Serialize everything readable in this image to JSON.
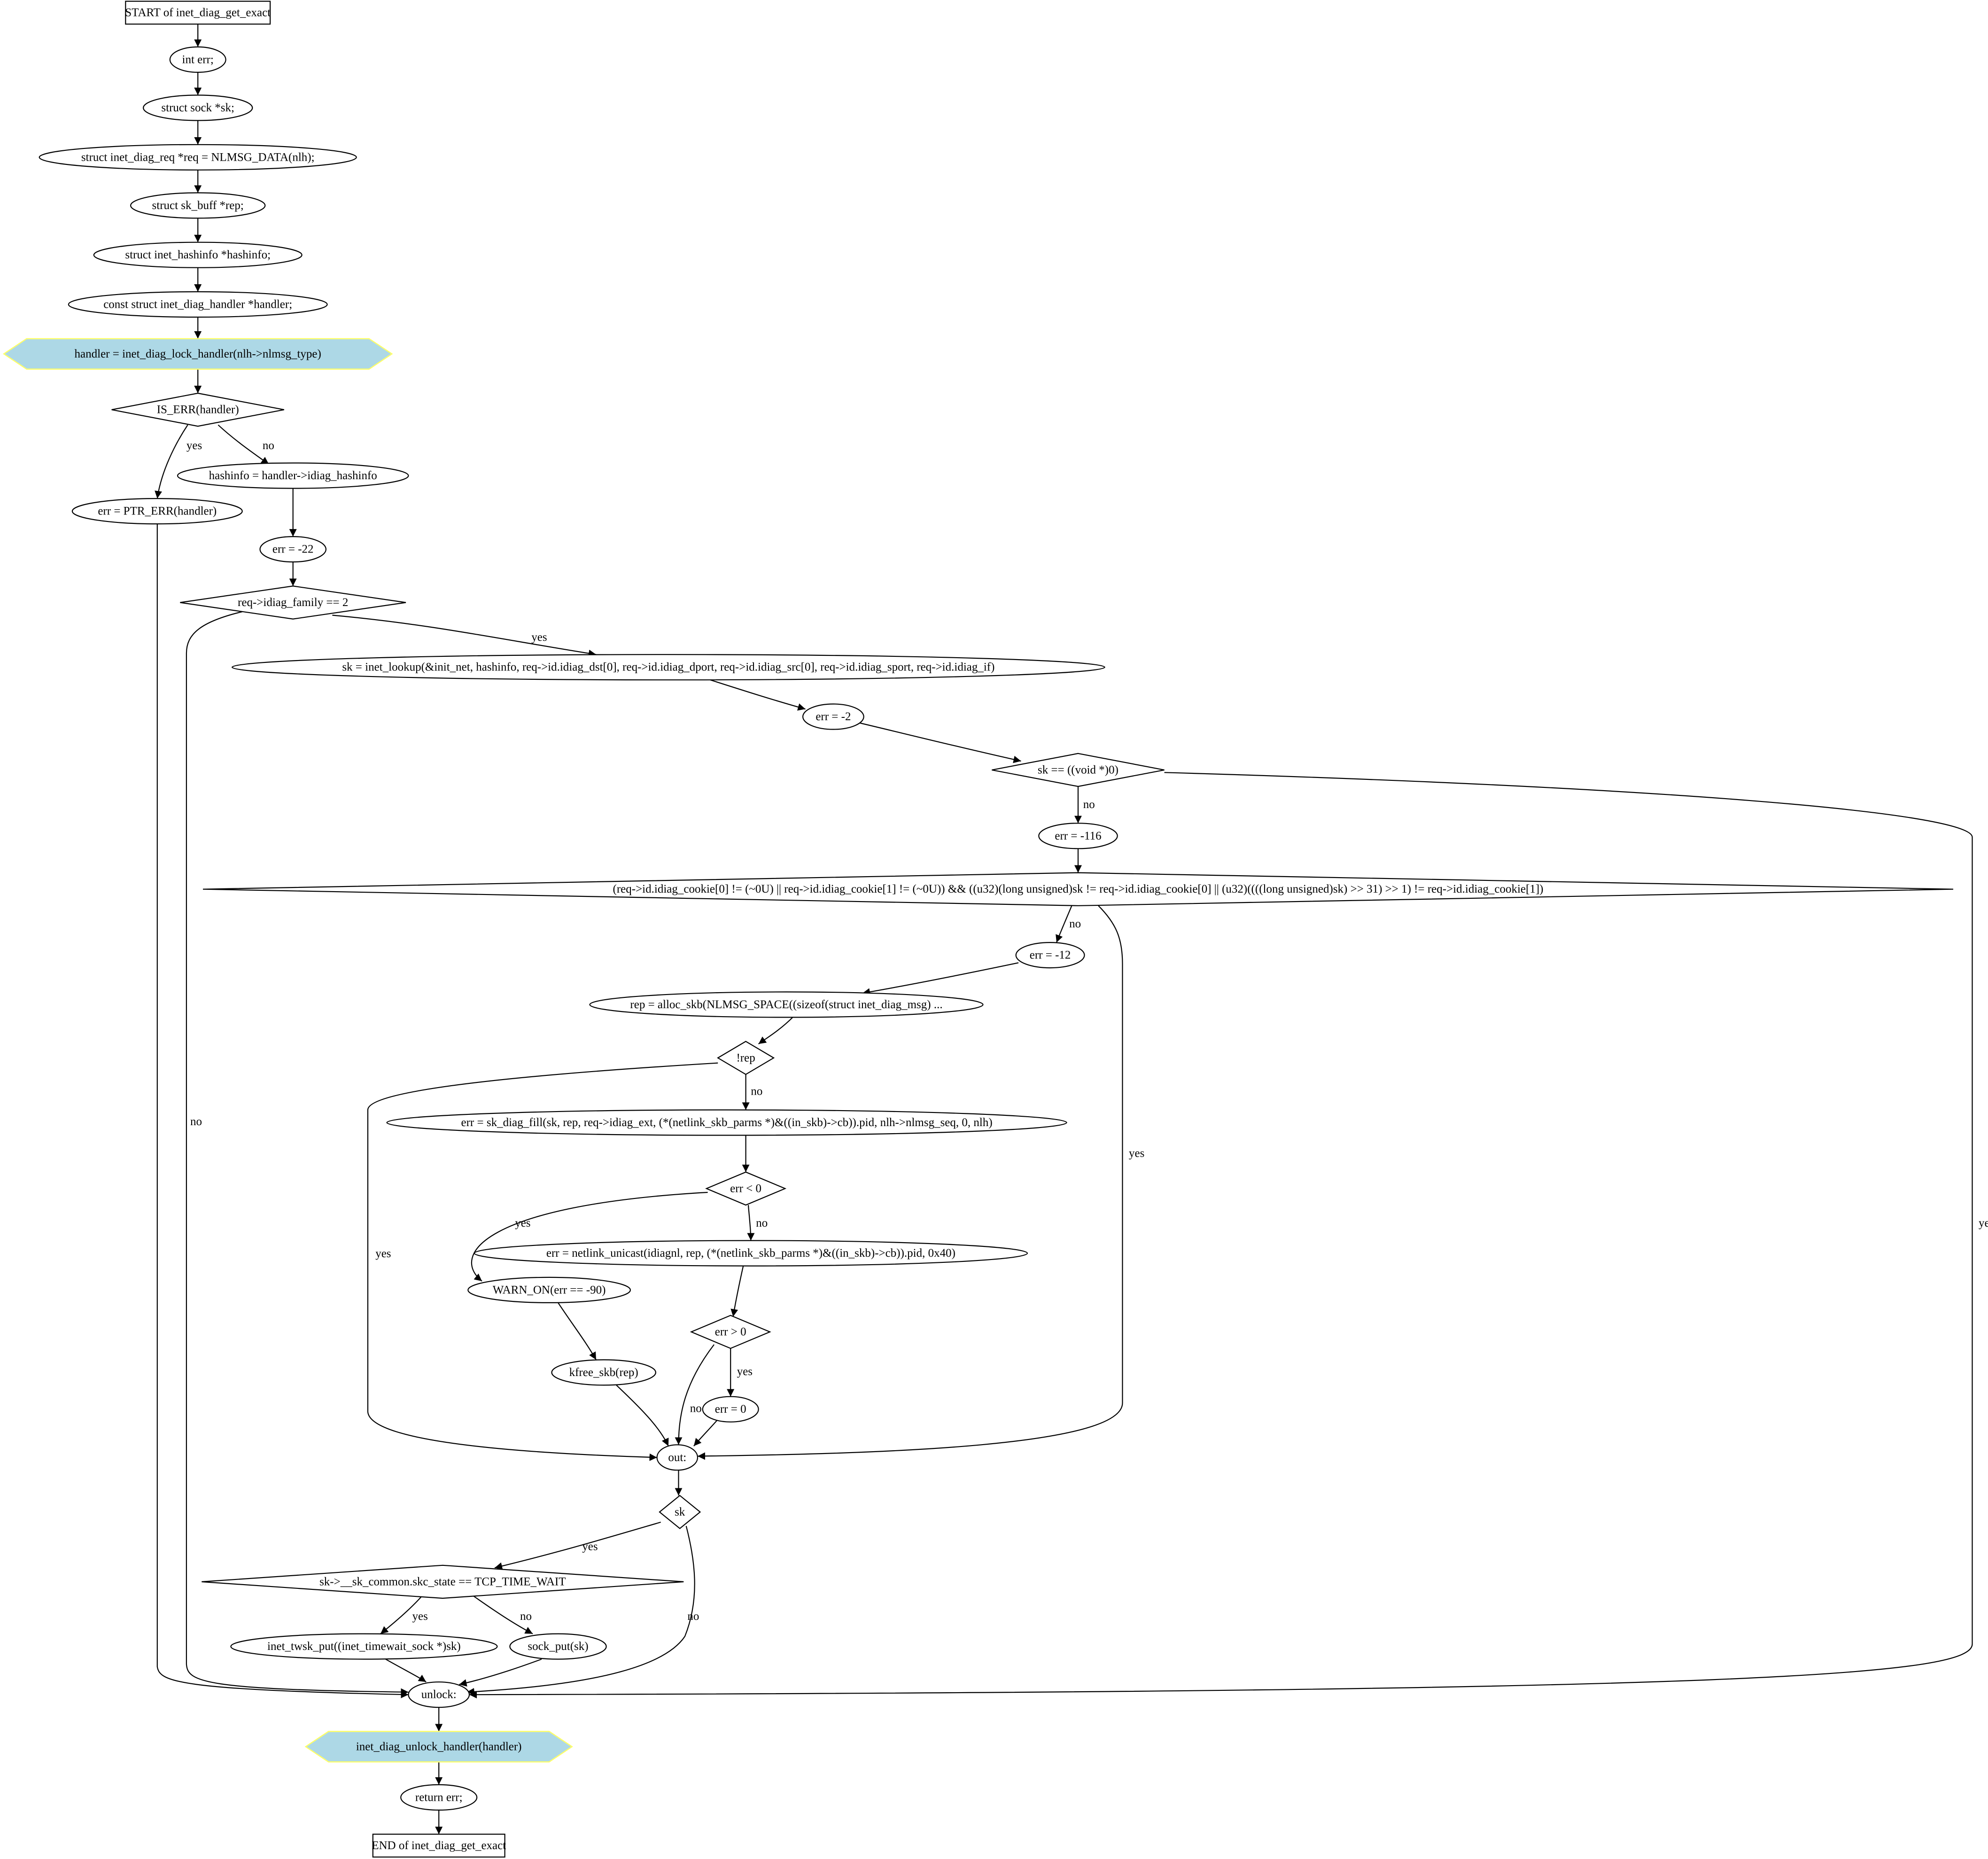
{
  "nodes": [
    {
      "id": "start",
      "label": "START of inet_diag_get_exact"
    },
    {
      "id": "n_int_err",
      "label": "int err;"
    },
    {
      "id": "n_sock",
      "label": "struct sock *sk;"
    },
    {
      "id": "n_req",
      "label": "struct inet_diag_req *req = NLMSG_DATA(nlh);"
    },
    {
      "id": "n_rep_decl",
      "label": "struct sk_buff *rep;"
    },
    {
      "id": "n_hashinfo_decl",
      "label": "struct inet_hashinfo *hashinfo;"
    },
    {
      "id": "n_handler_decl",
      "label": "const struct inet_diag_handler *handler;"
    },
    {
      "id": "n_lock",
      "label": "handler = inet_diag_lock_handler(nlh->nlmsg_type)"
    },
    {
      "id": "d_is_err",
      "label": "IS_ERR(handler)"
    },
    {
      "id": "n_hashinfo",
      "label": "hashinfo = handler->idiag_hashinfo"
    },
    {
      "id": "n_ptr_err",
      "label": "err = PTR_ERR(handler)"
    },
    {
      "id": "n_err22",
      "label": "err = -22"
    },
    {
      "id": "d_family",
      "label": "req->idiag_family == 2"
    },
    {
      "id": "n_lookup",
      "label": "sk = inet_lookup(&init_net, hashinfo, req->id.idiag_dst[0], req->id.idiag_dport, req->id.idiag_src[0], req->id.idiag_sport, req->id.idiag_if)"
    },
    {
      "id": "n_err2",
      "label": "err = -2"
    },
    {
      "id": "d_sk_null",
      "label": "sk == ((void *)0)"
    },
    {
      "id": "n_err116",
      "label": "err = -116"
    },
    {
      "id": "d_cookie",
      "label": "(req->id.idiag_cookie[0] != (~0U) || req->id.idiag_cookie[1] != (~0U)) && ((u32)(long unsigned)sk != req->id.idiag_cookie[0] || (u32)((((long unsigned)sk) >> 31) >> 1) != req->id.idiag_cookie[1])"
    },
    {
      "id": "n_err12",
      "label": "err = -12"
    },
    {
      "id": "n_alloc",
      "label": "rep = alloc_skb(NLMSG_SPACE((sizeof(struct inet_diag_msg) ..."
    },
    {
      "id": "d_rep",
      "label": "!rep"
    },
    {
      "id": "n_fill",
      "label": "err = sk_diag_fill(sk, rep, req->idiag_ext, (*(netlink_skb_parms *)&((in_skb)->cb)).pid, nlh->nlmsg_seq, 0, nlh)"
    },
    {
      "id": "d_err_lt0",
      "label": "err < 0"
    },
    {
      "id": "n_unicast",
      "label": "err = netlink_unicast(idiagnl, rep, (*(netlink_skb_parms *)&((in_skb)->cb)).pid, 0x40)"
    },
    {
      "id": "n_warn",
      "label": "WARN_ON(err == -90)"
    },
    {
      "id": "d_err_gt0",
      "label": "err > 0"
    },
    {
      "id": "n_kfree",
      "label": "kfree_skb(rep)"
    },
    {
      "id": "n_err0",
      "label": "err = 0"
    },
    {
      "id": "n_out",
      "label": "out:"
    },
    {
      "id": "d_sk",
      "label": "sk"
    },
    {
      "id": "d_state",
      "label": "sk->__sk_common.skc_state == TCP_TIME_WAIT"
    },
    {
      "id": "n_twsk",
      "label": "inet_twsk_put((inet_timewait_sock *)sk)"
    },
    {
      "id": "n_sockput",
      "label": "sock_put(sk)"
    },
    {
      "id": "n_unlock",
      "label": "unlock:"
    },
    {
      "id": "n_unlock_handler",
      "label": "inet_diag_unlock_handler(handler)"
    },
    {
      "id": "n_return",
      "label": "return err;"
    },
    {
      "id": "end",
      "label": "END of inet_diag_get_exact"
    }
  ],
  "edges": [
    {
      "from": "start",
      "to": "n_int_err",
      "label": ""
    },
    {
      "from": "n_int_err",
      "to": "n_sock",
      "label": ""
    },
    {
      "from": "n_sock",
      "to": "n_req",
      "label": ""
    },
    {
      "from": "n_req",
      "to": "n_rep_decl",
      "label": ""
    },
    {
      "from": "n_rep_decl",
      "to": "n_hashinfo_decl",
      "label": ""
    },
    {
      "from": "n_hashinfo_decl",
      "to": "n_handler_decl",
      "label": ""
    },
    {
      "from": "n_handler_decl",
      "to": "n_lock",
      "label": ""
    },
    {
      "from": "n_lock",
      "to": "d_is_err",
      "label": ""
    },
    {
      "from": "d_is_err",
      "to": "n_ptr_err",
      "label": "yes"
    },
    {
      "from": "d_is_err",
      "to": "n_hashinfo",
      "label": "no"
    },
    {
      "from": "n_hashinfo",
      "to": "n_err22",
      "label": ""
    },
    {
      "from": "n_err22",
      "to": "d_family",
      "label": ""
    },
    {
      "from": "n_ptr_err",
      "to": "n_unlock",
      "label": ""
    },
    {
      "from": "d_family",
      "to": "n_unlock",
      "label": "no"
    },
    {
      "from": "d_family",
      "to": "n_lookup",
      "label": "yes"
    },
    {
      "from": "n_lookup",
      "to": "n_err2",
      "label": ""
    },
    {
      "from": "n_err2",
      "to": "d_sk_null",
      "label": ""
    },
    {
      "from": "d_sk_null",
      "to": "n_err116",
      "label": "no"
    },
    {
      "from": "d_sk_null",
      "to": "n_unlock",
      "label": "yes"
    },
    {
      "from": "n_err116",
      "to": "d_cookie",
      "label": ""
    },
    {
      "from": "d_cookie",
      "to": "n_err12",
      "label": "no"
    },
    {
      "from": "d_cookie",
      "to": "n_out",
      "label": "yes"
    },
    {
      "from": "n_err12",
      "to": "n_alloc",
      "label": ""
    },
    {
      "from": "n_alloc",
      "to": "d_rep",
      "label": ""
    },
    {
      "from": "d_rep",
      "to": "n_fill",
      "label": "no"
    },
    {
      "from": "d_rep",
      "to": "n_out",
      "label": "yes"
    },
    {
      "from": "n_fill",
      "to": "d_err_lt0",
      "label": ""
    },
    {
      "from": "d_err_lt0",
      "to": "n_warn",
      "label": "yes"
    },
    {
      "from": "d_err_lt0",
      "to": "n_unicast",
      "label": "no"
    },
    {
      "from": "n_warn",
      "to": "n_kfree",
      "label": ""
    },
    {
      "from": "n_unicast",
      "to": "d_err_gt0",
      "label": ""
    },
    {
      "from": "d_err_gt0",
      "to": "n_err0",
      "label": "yes"
    },
    {
      "from": "d_err_gt0",
      "to": "n_out",
      "label": "no"
    },
    {
      "from": "n_kfree",
      "to": "n_out",
      "label": ""
    },
    {
      "from": "n_err0",
      "to": "n_out",
      "label": ""
    },
    {
      "from": "n_out",
      "to": "d_sk",
      "label": ""
    },
    {
      "from": "d_sk",
      "to": "d_state",
      "label": "yes"
    },
    {
      "from": "d_sk",
      "to": "n_unlock",
      "label": "no"
    },
    {
      "from": "d_state",
      "to": "n_twsk",
      "label": "yes"
    },
    {
      "from": "d_state",
      "to": "n_sockput",
      "label": "no"
    },
    {
      "from": "n_twsk",
      "to": "n_unlock",
      "label": ""
    },
    {
      "from": "n_sockput",
      "to": "n_unlock",
      "label": ""
    },
    {
      "from": "n_unlock",
      "to": "n_unlock_handler",
      "label": ""
    },
    {
      "from": "n_unlock_handler",
      "to": "n_return",
      "label": ""
    },
    {
      "from": "n_return",
      "to": "end",
      "label": ""
    }
  ]
}
